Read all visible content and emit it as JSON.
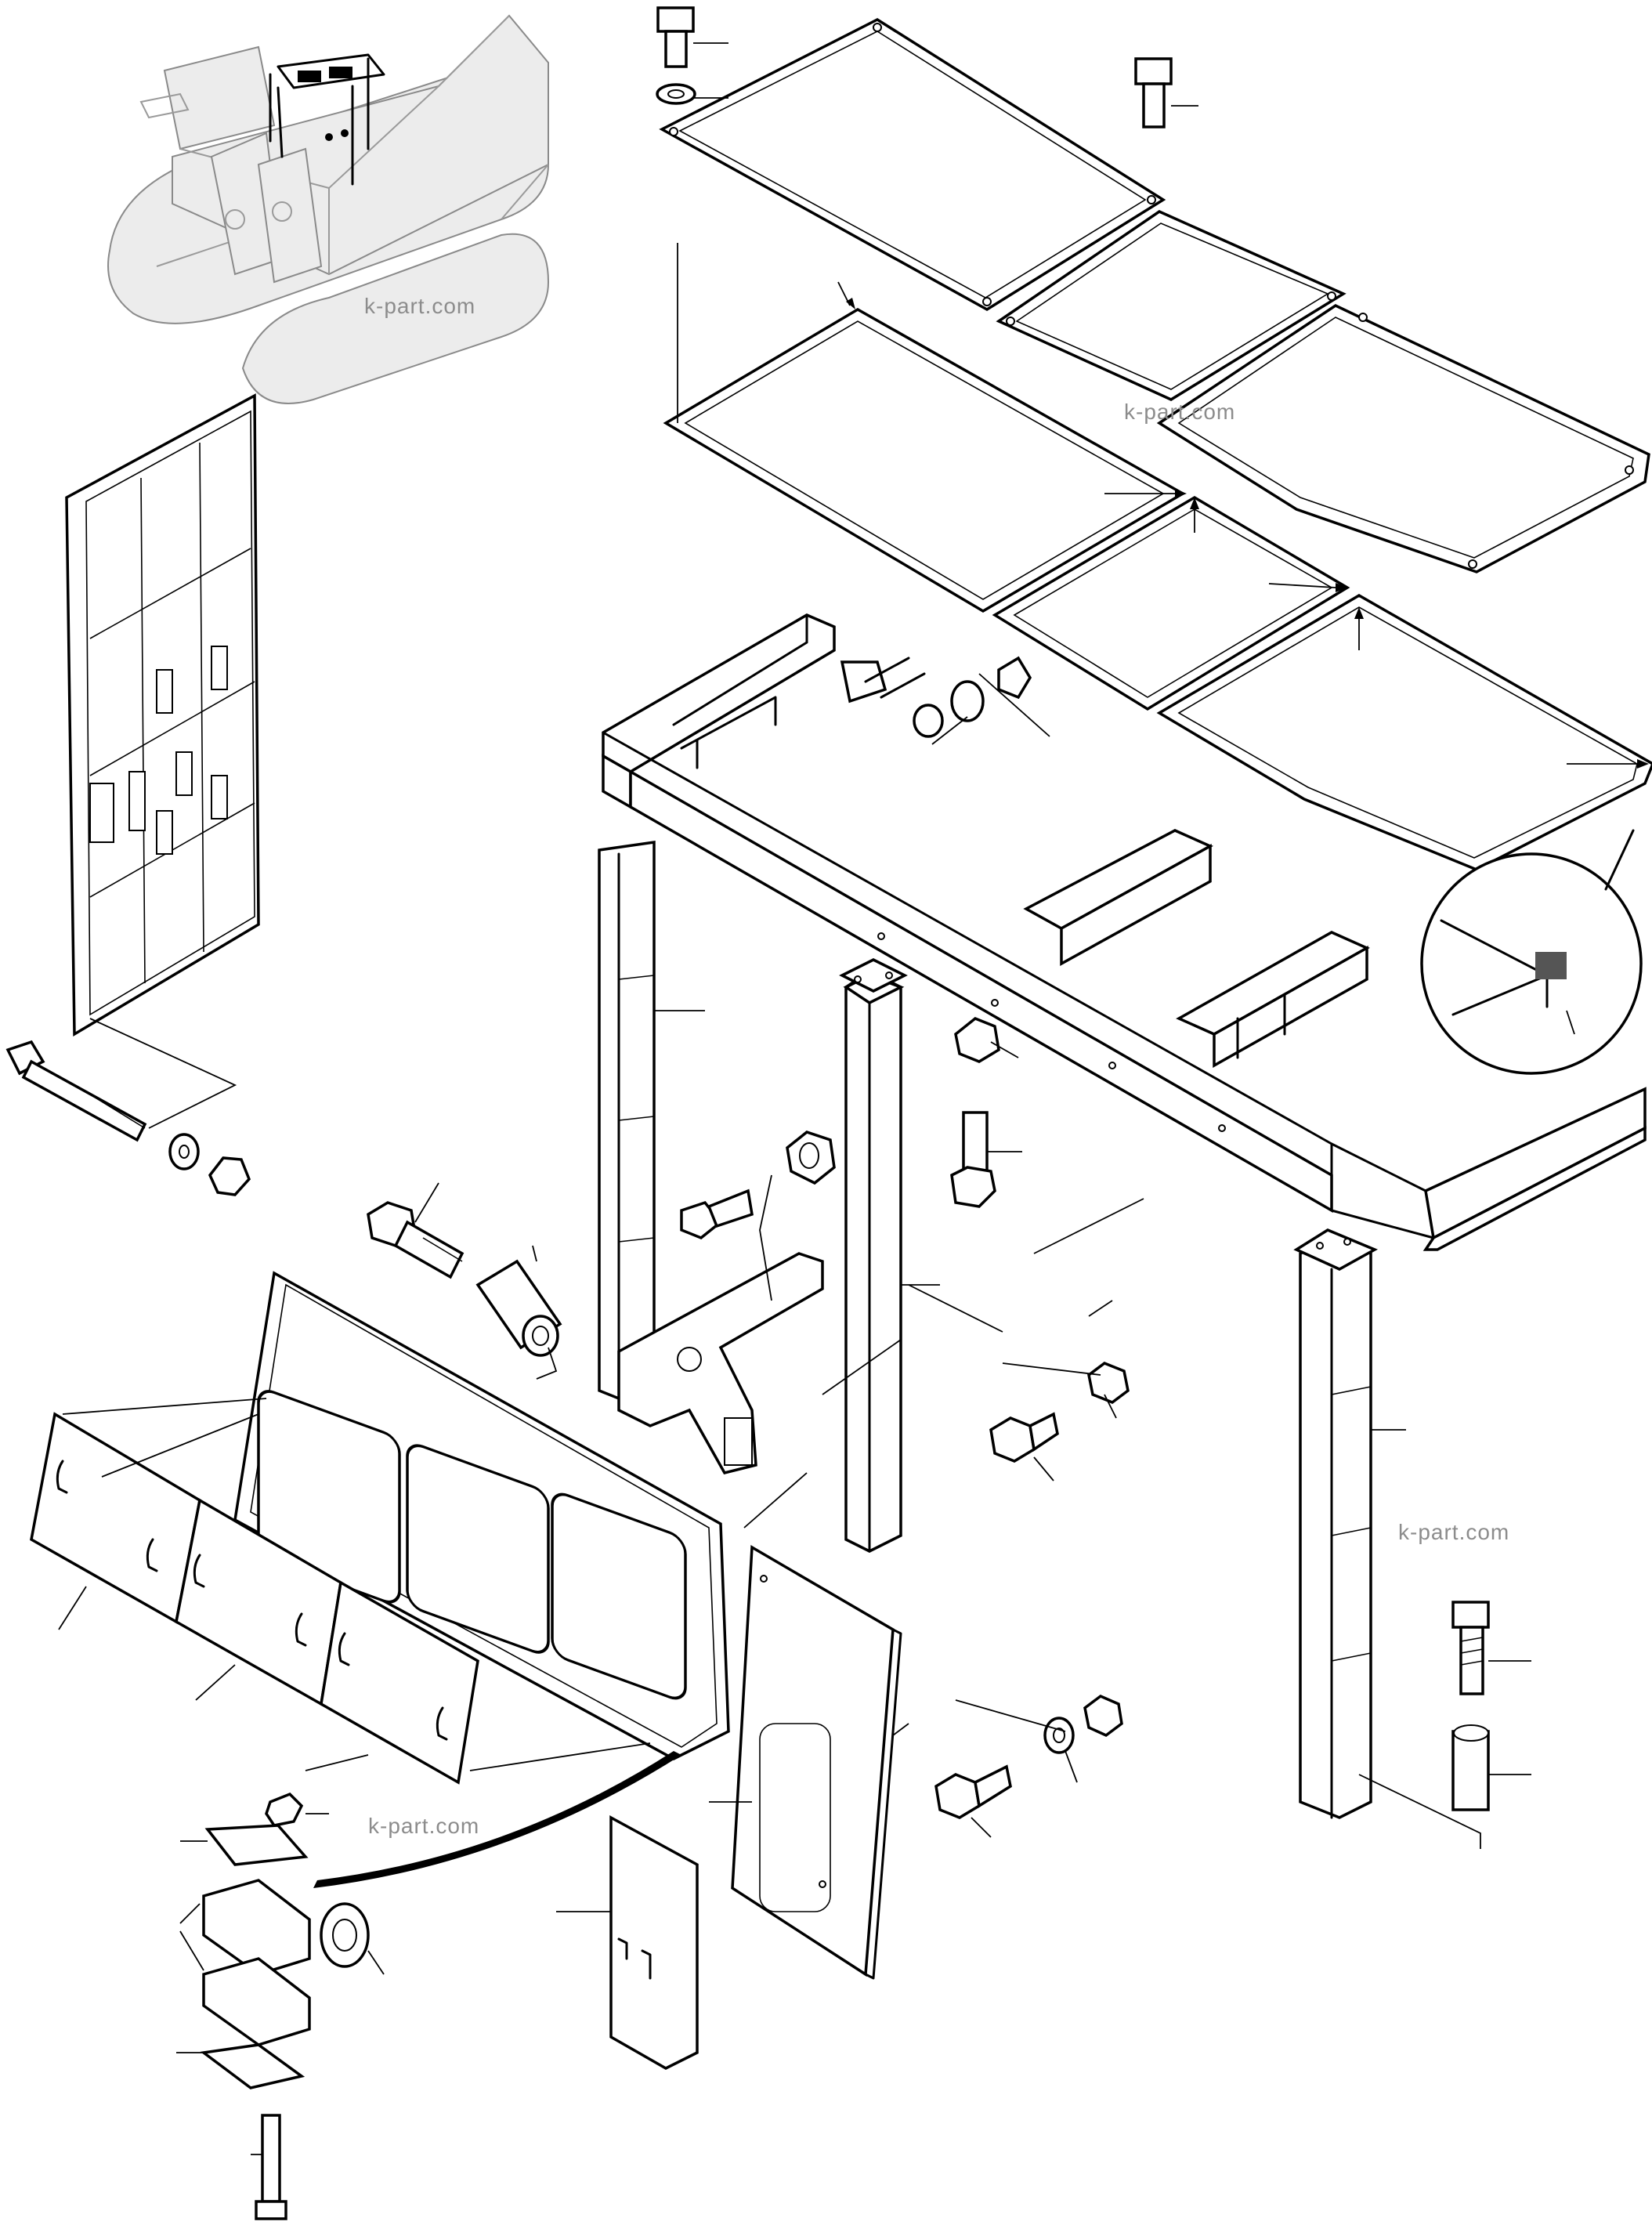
{
  "watermarks": [
    "k-part.com",
    "k-part.com",
    "k-part.com",
    "k-part.com"
  ],
  "colors": {
    "line": "#000000",
    "ghost": "#9a9a9a",
    "background": "#ffffff",
    "watermark": "#8c8c8c"
  }
}
